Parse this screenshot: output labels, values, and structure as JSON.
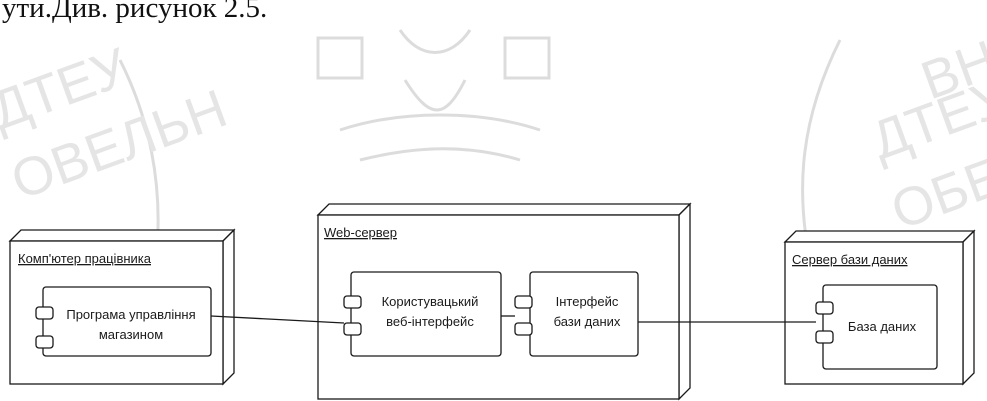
{
  "page_text": "ути.Див. рисунок 2.5.",
  "watermark": {
    "texts": [
      "ДТЕУ",
      "ОБЕЛЬН",
      "ВНИЙ",
      "ДТЕУ",
      "ОВЕЛЬН"
    ]
  },
  "nodes": {
    "worker_pc": {
      "title": "Комп'ютер працівника",
      "component": {
        "line1": "Програма управління",
        "line2": "магазином"
      }
    },
    "web_server": {
      "title": "Web-сервер",
      "component_ui": {
        "line1": "Користувацький",
        "line2": "веб-інтерфейс"
      },
      "component_db_iface": {
        "line1": "Інтерфейс",
        "line2": "бази даних"
      }
    },
    "db_server": {
      "title": "Сервер бази даних",
      "component": {
        "line1": "База даних"
      }
    }
  }
}
